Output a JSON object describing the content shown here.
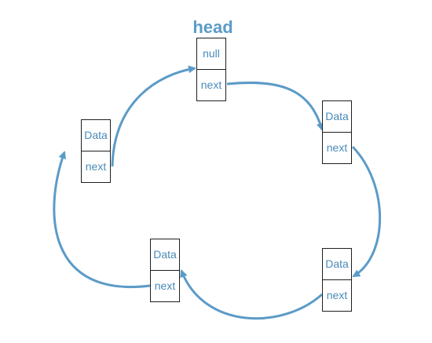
{
  "head_label": "head",
  "arrow_color": "#5b9bc8",
  "text_color": "#4a8bb8",
  "nodes": [
    {
      "top": "null",
      "bottom": "next"
    },
    {
      "top": "Data",
      "bottom": "next"
    },
    {
      "top": "Data",
      "bottom": "next"
    },
    {
      "top": "Data",
      "bottom": "next"
    },
    {
      "top": "Data",
      "bottom": "next"
    }
  ]
}
